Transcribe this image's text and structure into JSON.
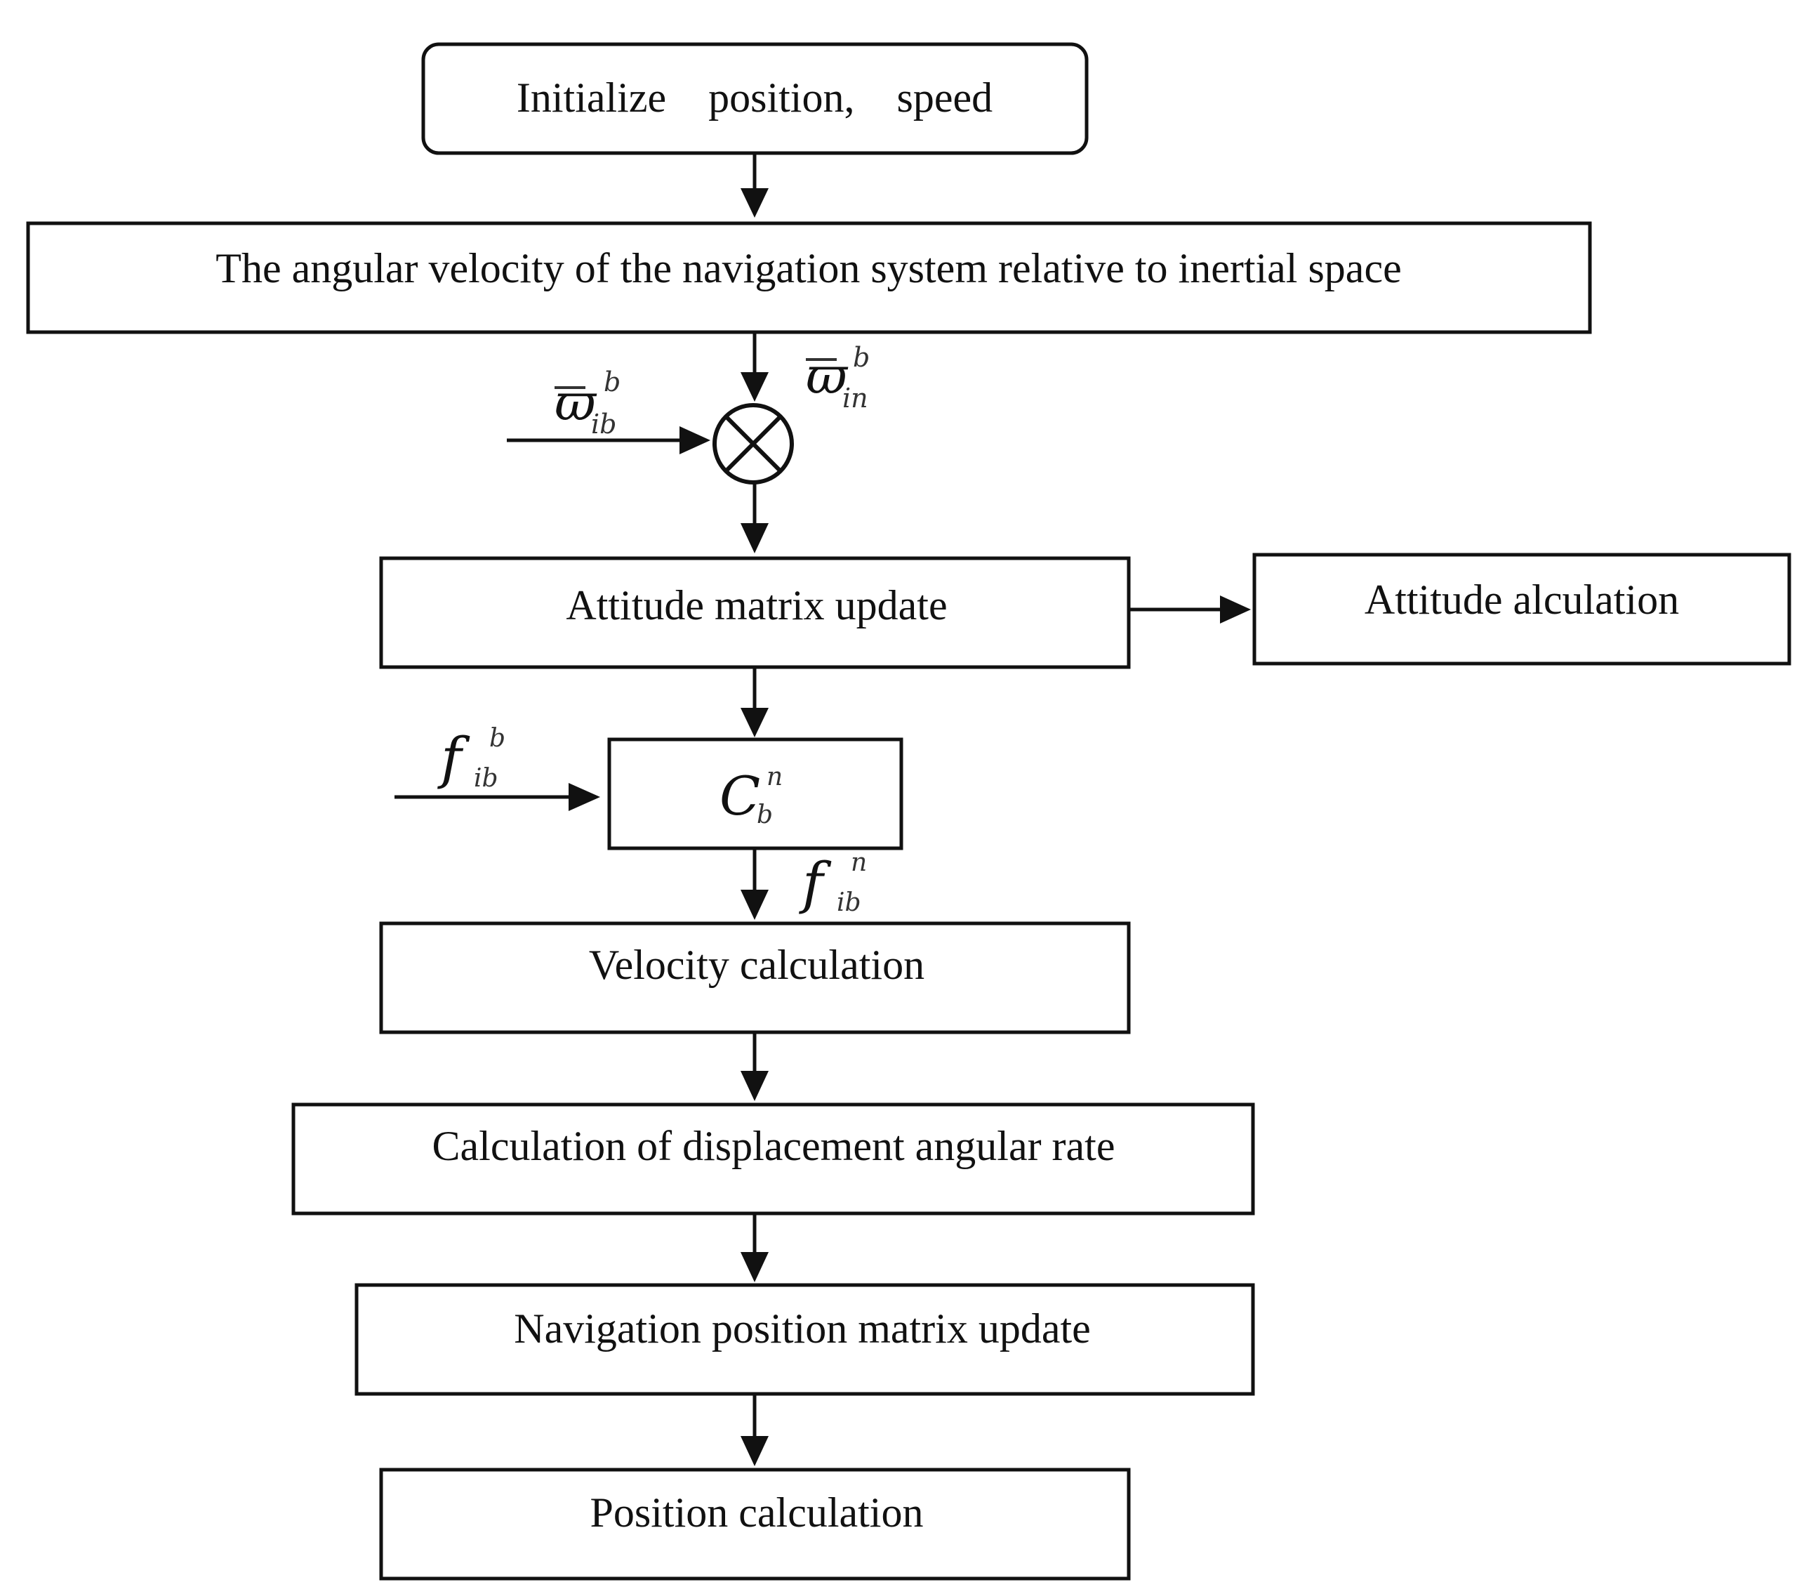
{
  "steps": {
    "init": "Initialize    position,    speed",
    "angular_velocity": "The angular velocity of the navigation system relative to inertial space",
    "attitude_update": "Attitude matrix update",
    "attitude_calc": "Attitude alculation",
    "velocity_calc": "Velocity calculation",
    "displacement_rate": "Calculation of displacement angular rate",
    "nav_position_update": "Navigation position matrix update",
    "position_calc": "Position calculation"
  },
  "symbols": {
    "omega": "ϖ",
    "omega_ib_sub": "ib",
    "omega_ib_sup": "b",
    "omega_in_sub": "in",
    "omega_in_sup": "b",
    "f": "f",
    "f_ib_b_sub": "ib",
    "f_ib_b_sup": "b",
    "f_ib_n_sub": "ib",
    "f_ib_n_sup": "n",
    "c": "C",
    "c_sub": "b",
    "c_sup": "n"
  }
}
